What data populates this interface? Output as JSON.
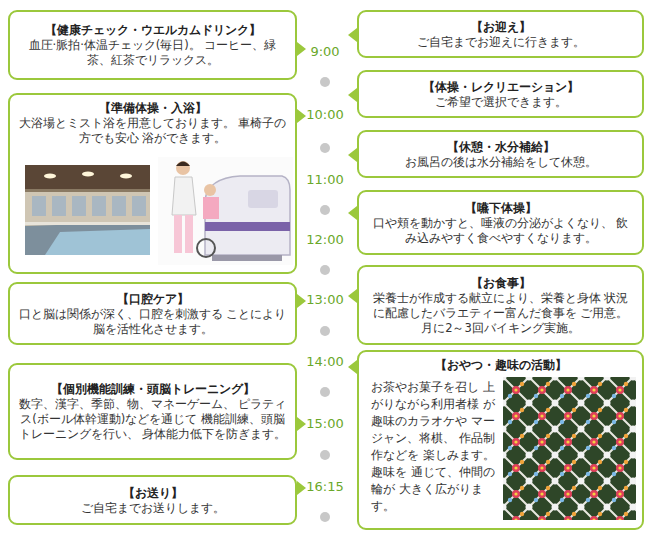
{
  "diagram": {
    "nodes": [
      {
        "text": [
          "【健康チェック・ウエルカムドリンク】",
          "血圧·脈拍·体温チェック(毎日)。 コーヒー、緑茶、紅茶でリラックス。"
        ]
      },
      {
        "text": [
          "【お迎え】",
          "ご自宅までお迎えに行きます。"
        ]
      },
      {
        "text": [
          "【体操・レクリエーション】",
          "ご希望で選択できます。"
        ]
      },
      {
        "text": [
          "【準備体操・入浴】",
          "大浴場とミスト浴を用意しております。 車椅子の方でも安心 浴ができます。"
        ]
      },
      {
        "text": [
          "【休憩・水分補給】",
          "お風呂の後は水分補給をして休憩。"
        ]
      },
      {
        "text": [
          "【嚥下体操】",
          "口や頬を動かすと、唾液の分泌がよくなり、 飲み込みやすく食べやすくなります。"
        ]
      },
      {
        "text": [
          "【お食事】",
          "栄養士が作成する献立により、栄養と身体 状況に配慮したバラエティー富んだ食事を ご用意。月に2～3回バイキング実施。"
        ]
      },
      {
        "text": [
          "【口腔ケア】",
          "口と脳は関係が深く、口腔を刺激する ことにより脳を活性化させます。"
        ]
      },
      {
        "text": [
          "【おやつ・趣味の活動】",
          "お茶やお菓子を召し 上がりながら利用者様 が趣味のカラオケや マージャン、将棋、 作品制作などを 楽しみます。趣味を 通じて、仲間の輪が 大きく広がります。"
        ]
      },
      {
        "text": [
          "【個別機能訓練・頭脳トレーニング】",
          "数字、漢字、季節、物、マネーゲーム、 ピラティス(ボール体幹運動)などを通じて 機能訓練、頭脳トレーニングを行い、 身体能力低下を防ぎます。"
        ]
      },
      {
        "text": [
          "【お送り】",
          "ご自宅までお送りします。"
        ]
      }
    ],
    "labels": [
      "9:00",
      "10:00",
      "11:00",
      "12:00",
      "13:00",
      "14:00",
      "15:00",
      "16:15"
    ]
  }
}
